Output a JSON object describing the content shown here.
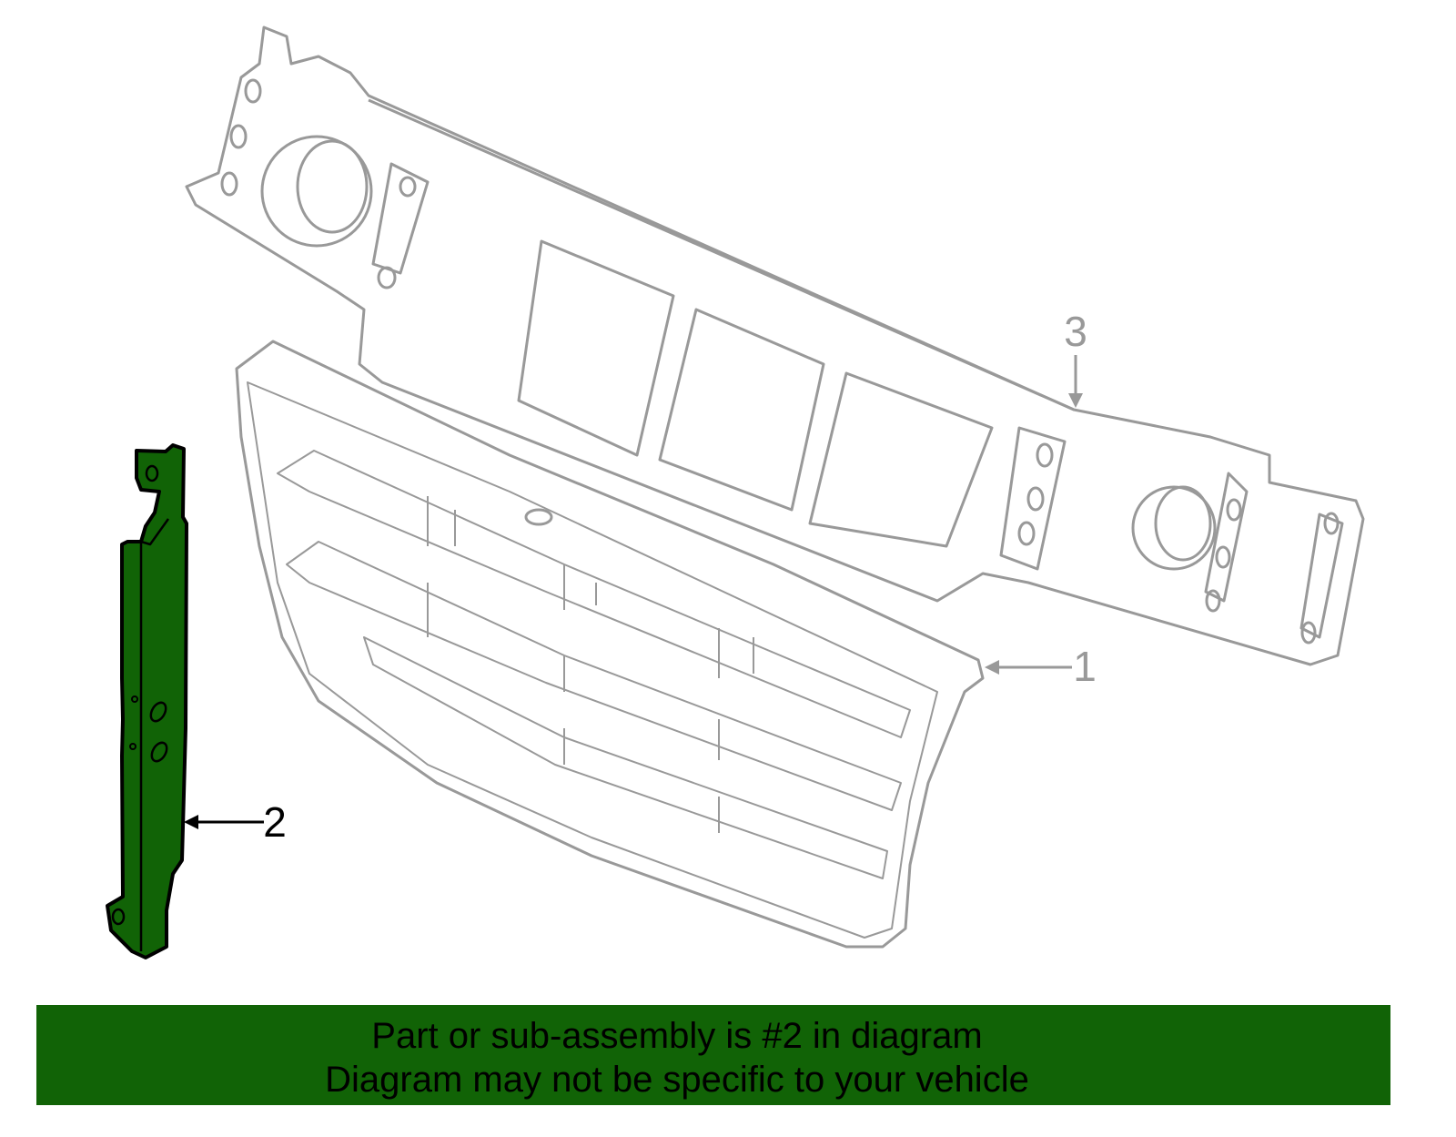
{
  "callouts": {
    "part1": "1",
    "part2": "2",
    "part3": "3"
  },
  "banner": {
    "line1": "Part or sub-assembly is #2 in diagram",
    "line2": "Diagram may not be specific to your vehicle"
  },
  "colors": {
    "highlight": "#116306",
    "outline_gray": "#999999",
    "banner": "#116306"
  }
}
